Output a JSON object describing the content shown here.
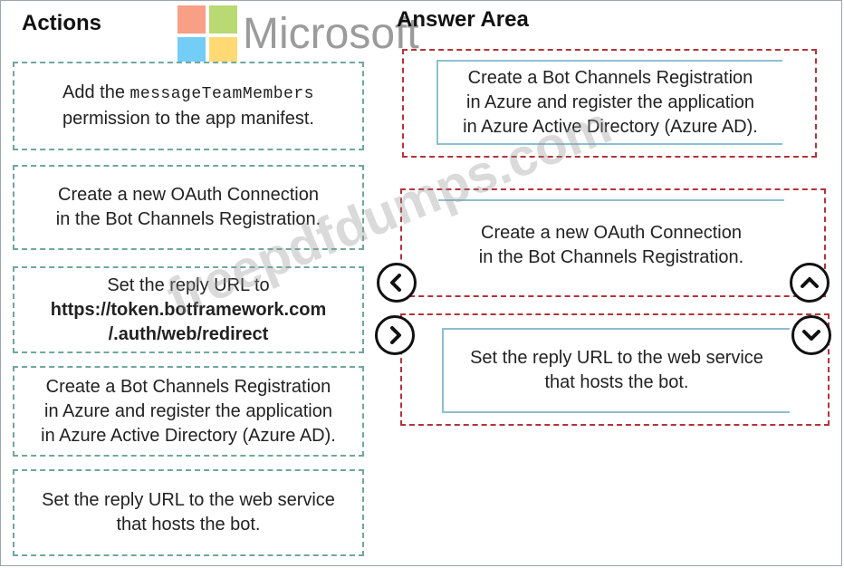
{
  "headings": {
    "actions": "Actions",
    "answer_area": "Answer Area"
  },
  "logo": {
    "text": "Microsoft",
    "colors": [
      "#f25022",
      "#7fba00",
      "#00a4ef",
      "#ffb900"
    ]
  },
  "watermark": "freepdfdumps.com",
  "actions": [
    {
      "pre": "Add the ",
      "code": "messageTeamMembers",
      "post": "permission to the app manifest."
    },
    {
      "line1": "Create a new OAuth Connection",
      "line2": "in the Bot Channels Registration."
    },
    {
      "line1": "Set the reply URL to",
      "url1": "https://token.botframework.com",
      "url2": "/.auth/web/redirect"
    },
    {
      "line1": "Create a Bot Channels Registration",
      "line2": "in Azure and register the application",
      "line3": "in Azure Active Directory (Azure AD)."
    },
    {
      "line1": "Set the reply URL to the web service",
      "line2": "that hosts the bot."
    }
  ],
  "answers": [
    {
      "line1": "Create a Bot Channels Registration",
      "line2": "in Azure and register the application",
      "line3": "in Azure Active Directory (Azure AD)."
    },
    {
      "line1": "Create a new OAuth Connection",
      "line2": "in the Bot Channels Registration."
    },
    {
      "line1": "Set the reply URL to the web service",
      "line2": "that hosts the bot."
    }
  ],
  "controls": {
    "move_left": "chevron-left",
    "move_right": "chevron-right",
    "move_up": "chevron-up",
    "move_down": "chevron-down"
  }
}
